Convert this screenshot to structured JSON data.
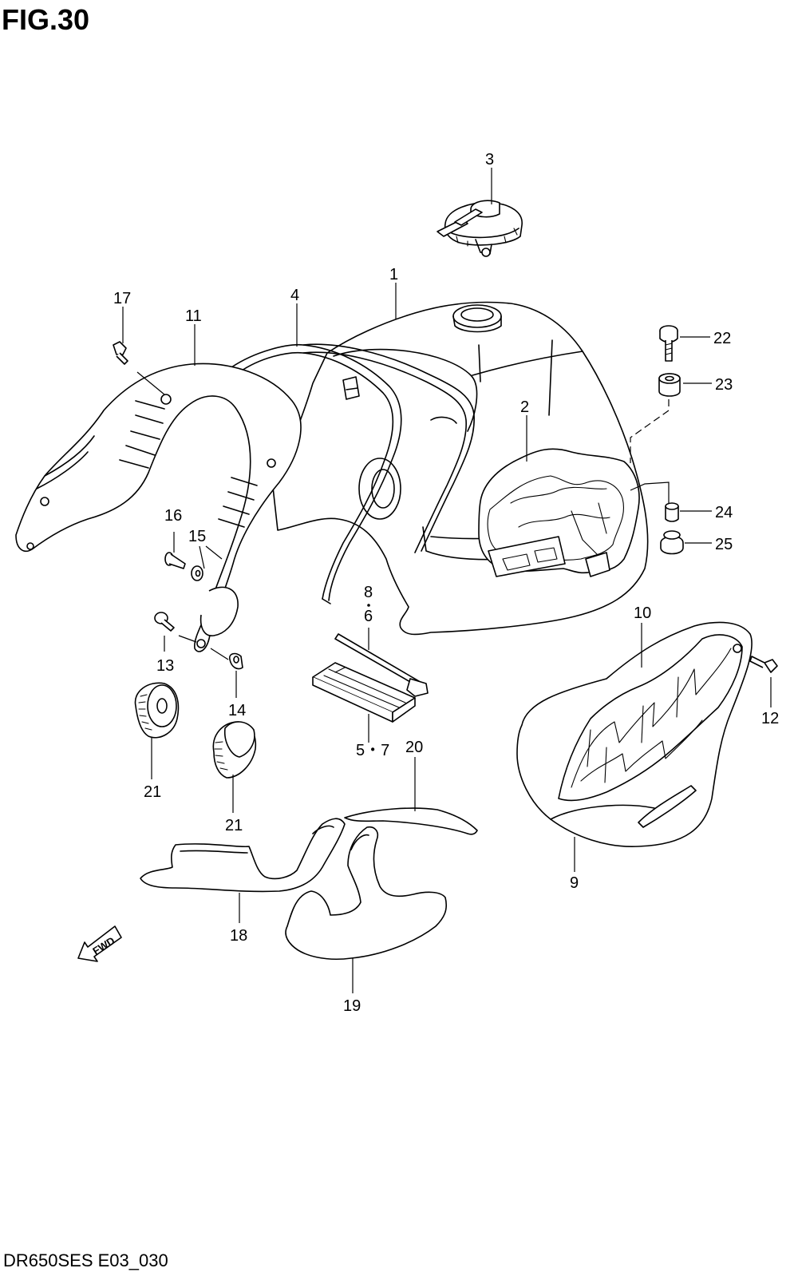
{
  "title": "FIG.30",
  "footer": "DR650SES E03_030",
  "fwd_label": "FWD",
  "callouts": {
    "c1": "1",
    "c2": "2",
    "c3": "3",
    "c4": "4",
    "c5_7": "5・7",
    "c6": "6",
    "c8": "8",
    "c9": "9",
    "c10": "10",
    "c11": "11",
    "c12": "12",
    "c13": "13",
    "c14": "14",
    "c15": "15",
    "c16": "16",
    "c17": "17",
    "c18": "18",
    "c19": "19",
    "c20": "20",
    "c21a": "21",
    "c21b": "21",
    "c22": "22",
    "c23": "23",
    "c24": "24",
    "c25": "25"
  }
}
